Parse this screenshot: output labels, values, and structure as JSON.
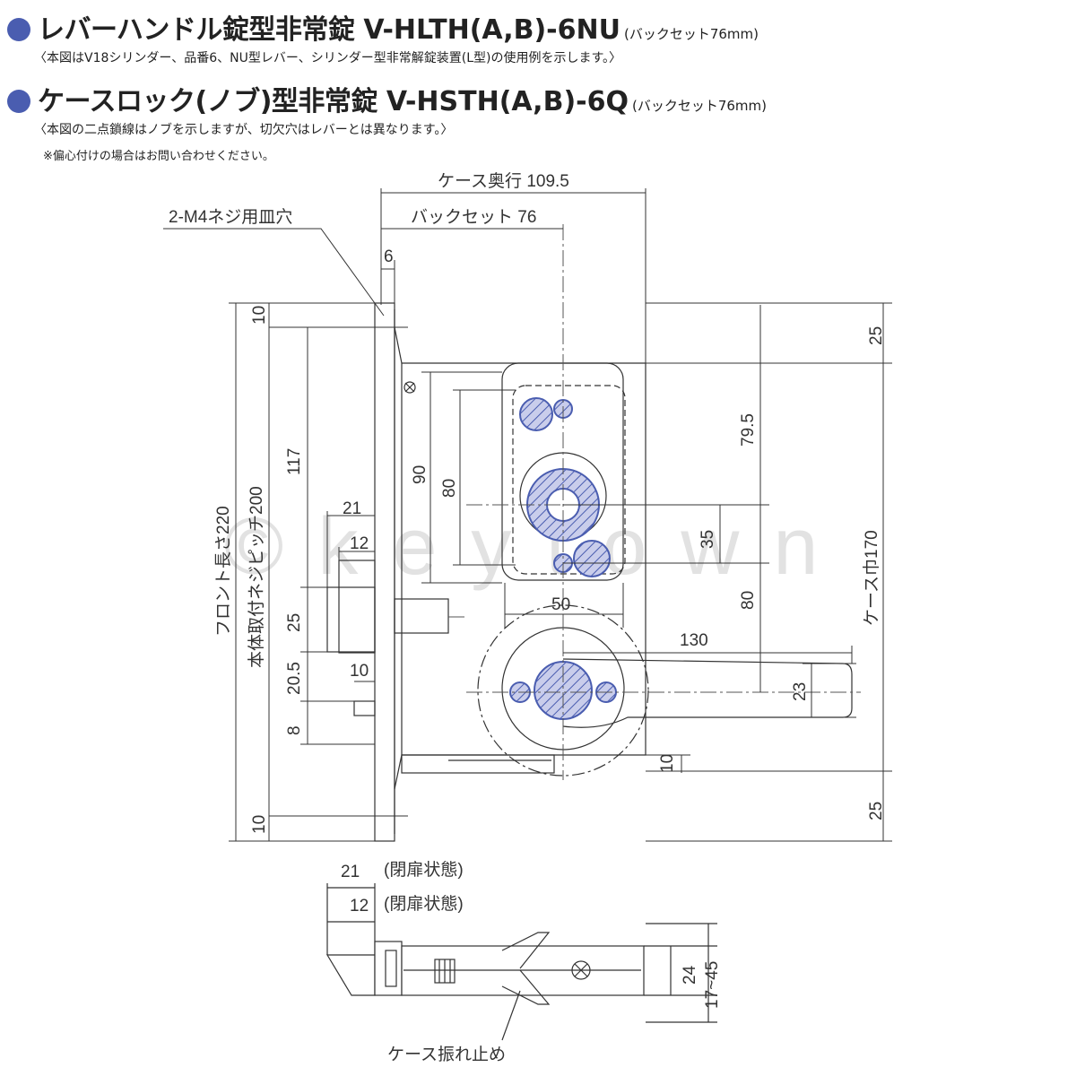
{
  "header": {
    "line1": {
      "title": "レバーハンドル錠型非常錠",
      "code": "V-HLTH(A,B)-6NU",
      "backset": "(バックセット76mm)"
    },
    "line1_sub": "〈本図はV18シリンダー、品番6、NU型レバー、シリンダー型非常解錠装置(L型)の使用例を示します。〉",
    "line2": {
      "title": "ケースロック(ノブ)型非常錠",
      "code": "V-HSTH(A,B)-6Q",
      "backset": "(バックセット76mm)"
    },
    "line2_sub": "〈本図の二点鎖線はノブを示しますが、切欠穴はレバーとは異なります。〉",
    "note": "※偏心付けの場合はお問い合わせください。"
  },
  "labels": {
    "case_depth": "ケース奥行 109.5",
    "backset": "バックセット 76",
    "screw_hole": "2-M4ネジ用皿穴",
    "d6": "6",
    "d10_top": "10",
    "d117": "117",
    "d90": "90",
    "d80_inner": "80",
    "d21": "21",
    "d12": "12",
    "d25_left": "25",
    "d20_5": "20.5",
    "d10_mid": "10",
    "d8": "8",
    "d10_bottom": "10",
    "front_length": "フロント長さ220",
    "pitch": "本体取付ネジピッチ200",
    "d50": "50",
    "d130": "130",
    "d23": "23",
    "d25_right_top": "25",
    "d79_5": "79.5",
    "d35": "35",
    "d80_right": "80",
    "case_width": "ケース巾170",
    "d10_right": "10",
    "d25_right_bottom": "25",
    "b21": "21",
    "b21_note": "(閉扉状態)",
    "b12": "12",
    "b12_note": "(閉扉状態)",
    "d24": "24",
    "d17_45": "17~45",
    "anti_swing": "ケース振れ止め",
    "watermark": "©keytown"
  },
  "colors": {
    "accent": "#4a5db0",
    "line": "#333333",
    "hatch": "#4a5db0"
  }
}
